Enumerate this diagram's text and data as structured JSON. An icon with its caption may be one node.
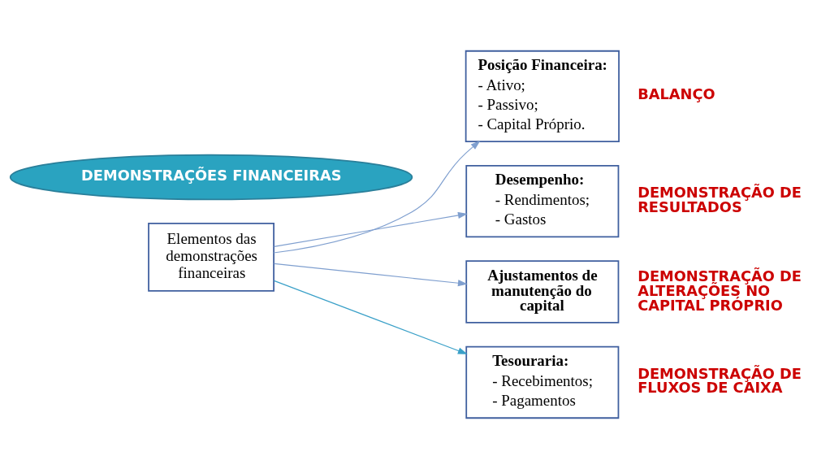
{
  "diagram": {
    "nodes": [
      {
        "text": [
          "DEMONSTRAÇÕES FINANCEIRAS"
        ]
      },
      {
        "text": [
          "Elementos das demonstrações financeiras"
        ]
      },
      {
        "text": [
          "Posição Financeira:",
          "- Ativo;",
          "- Passivo;",
          "- Capital Próprio."
        ],
        "beside": [
          "BALANÇO"
        ]
      },
      {
        "text": [
          "Desempenho:",
          "- Rendimentos;",
          "- Gastos"
        ],
        "beside": [
          "DEMONSTRAÇÃO DE RESULTADOS"
        ]
      },
      {
        "text": [
          "Ajustamentos de manutenção do capital"
        ],
        "beside": [
          "DEMONSTRAÇÃO DE ALTERAÇÕES NO CAPITAL PRÓPRIO"
        ]
      },
      {
        "text": [
          "Tesouraria:",
          "- Recebimentos;",
          "- Pagamentos"
        ],
        "beside": [
          "DEMONSTRAÇÃO DE FLUXOS DE CAIXA"
        ]
      }
    ],
    "edges": [
      {
        "from": 1,
        "to": 2,
        "arrow": "to"
      },
      {
        "from": 1,
        "to": 3,
        "arrow": "to"
      },
      {
        "from": 1,
        "to": 4,
        "arrow": "to"
      },
      {
        "from": 1,
        "to": 5,
        "arrow": "to",
        "color": "#3aa0c8"
      }
    ]
  }
}
